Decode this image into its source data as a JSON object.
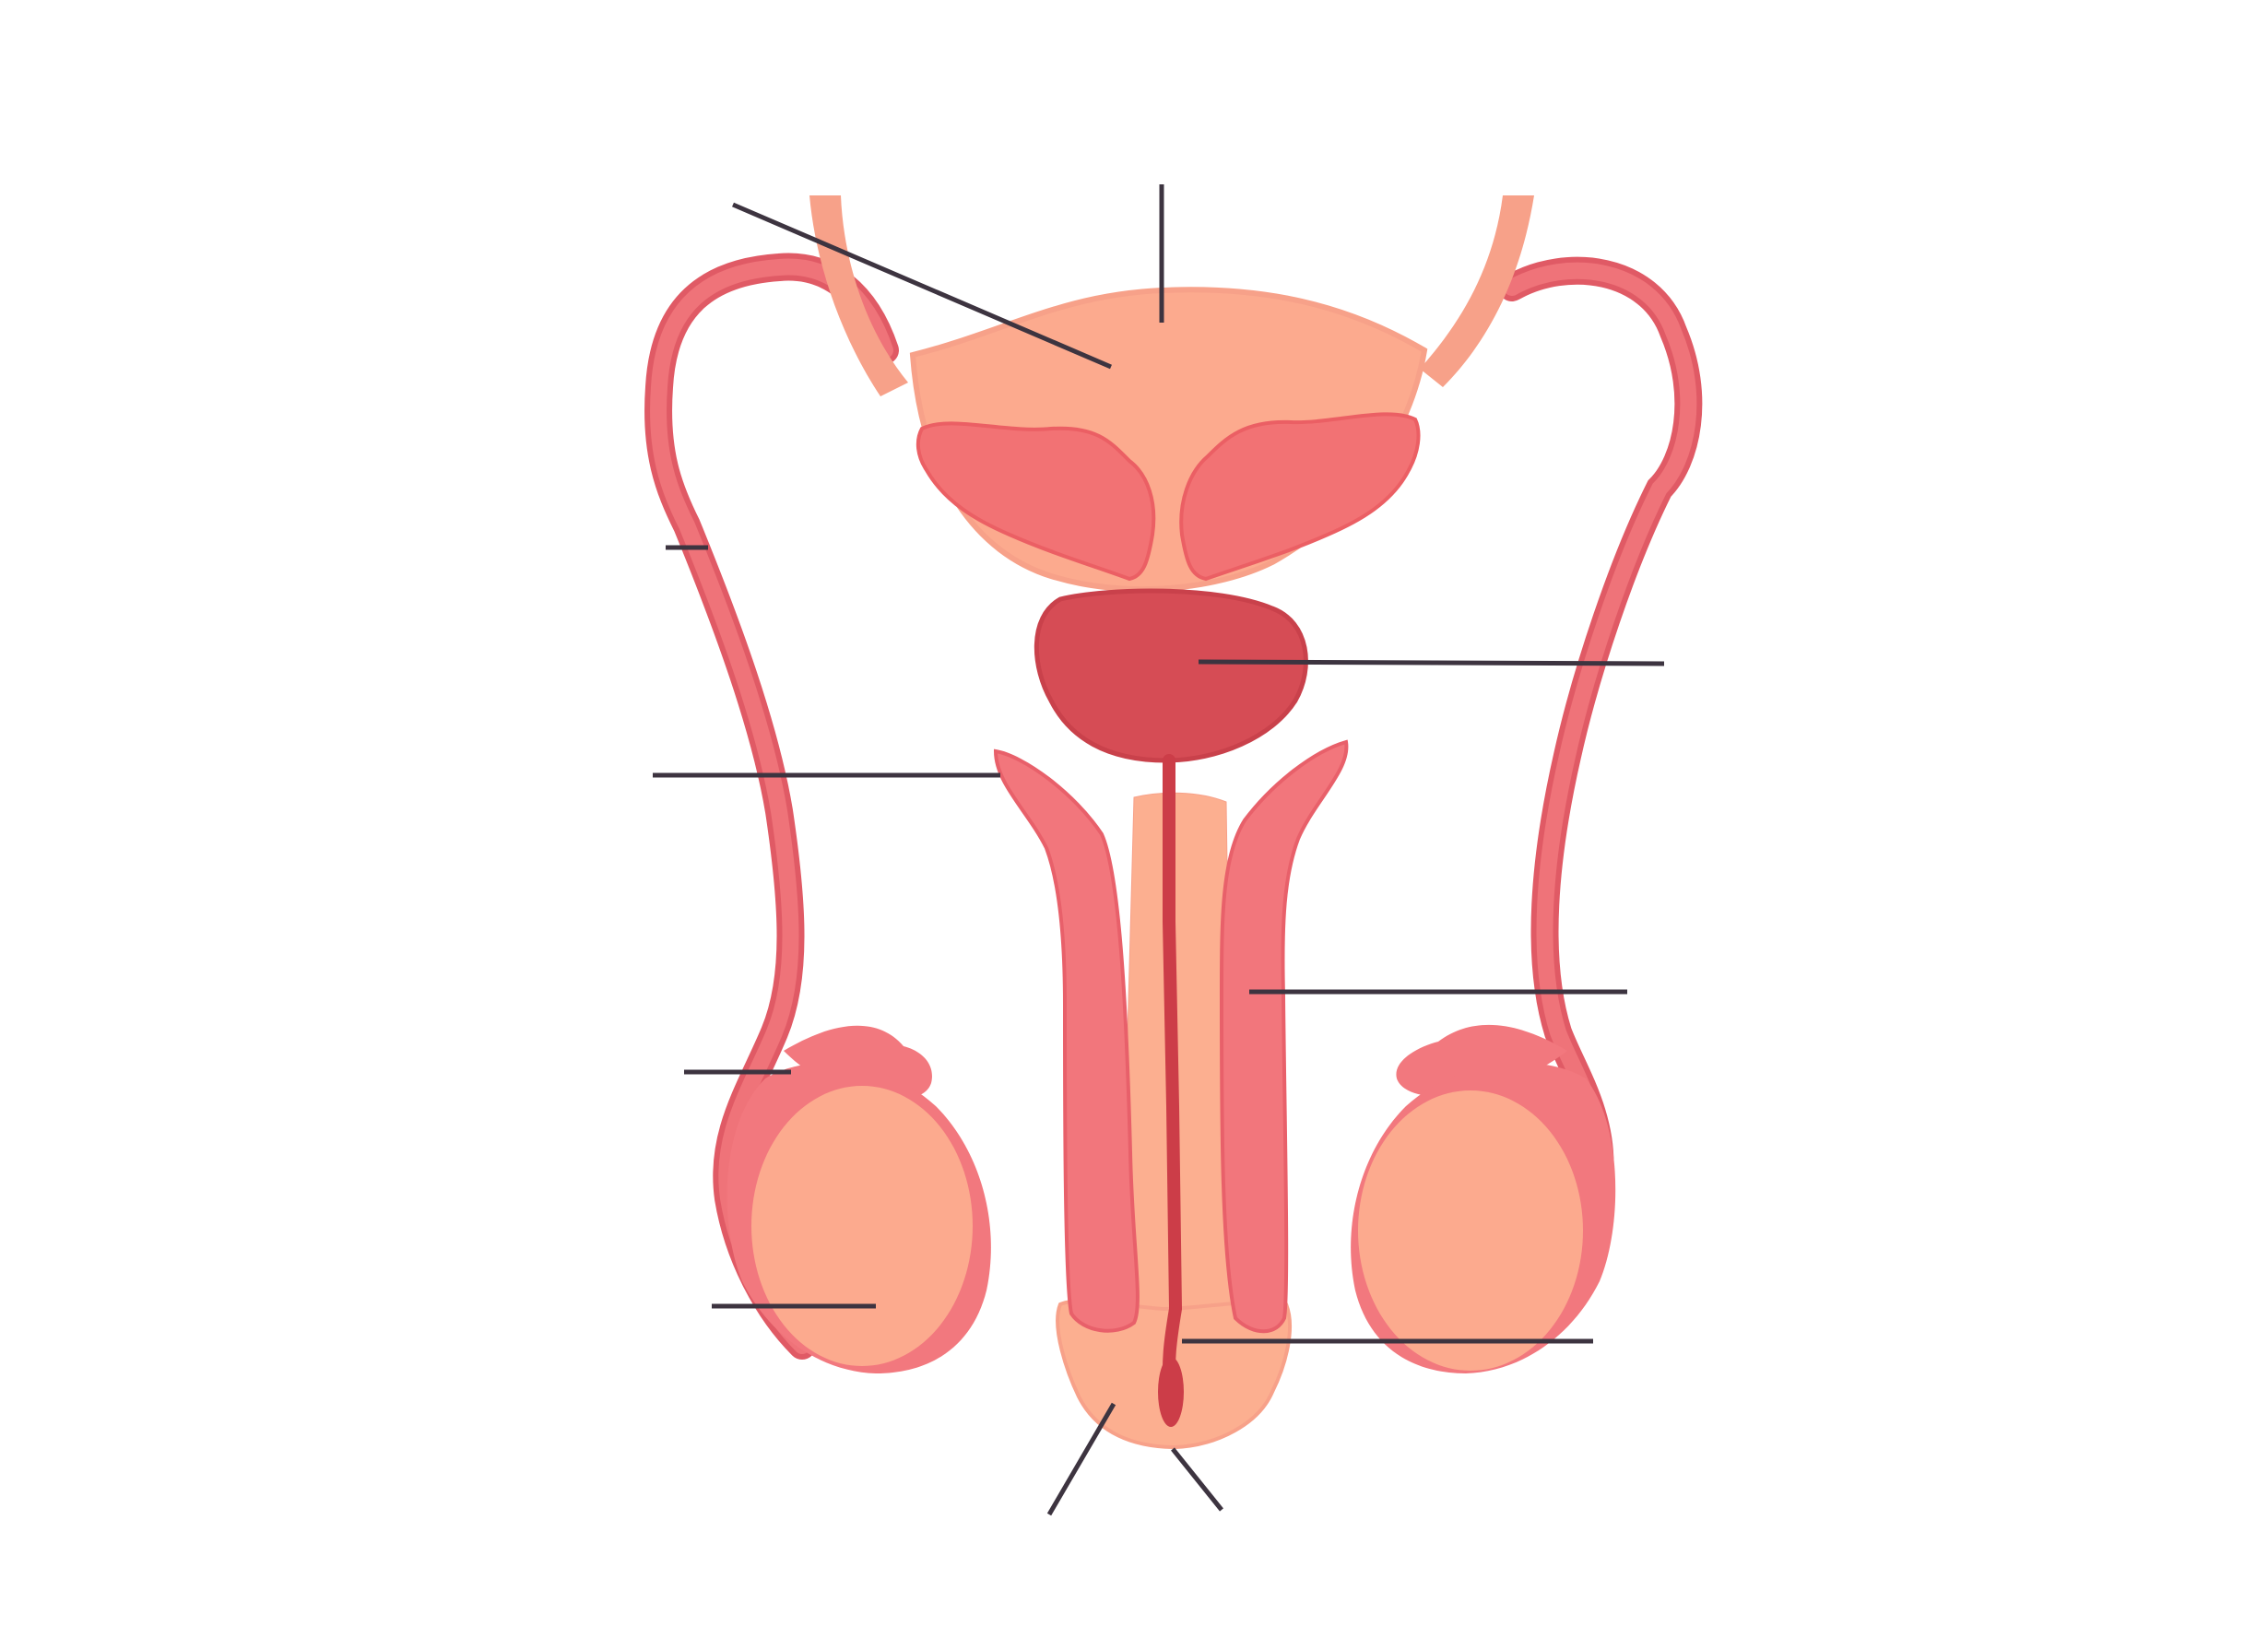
{
  "diagram": {
    "type": "anatomical-diagram",
    "subject": "male-reproductive-system",
    "labels_printed": false,
    "colors": {
      "background": "#ffffff",
      "bladder": "#fcaa8e",
      "bladder_edge": "#f7a189",
      "gland": "#f27274",
      "gland_edge": "#eb5f64",
      "prostate": "#d64c55",
      "prostate_edge": "#c9414b",
      "vas_deferens": "#ef7379",
      "vas_deferens_edge": "#e05a65",
      "erectile_tissue": "#f2767c",
      "erectile_tissue_edge": "#e8606a",
      "shaft": "#fcaf90",
      "urethra": "#cc3d48",
      "testis": "#fcaa8e",
      "scrotal_wall": "#f2787e",
      "leader_line": "#3d3440"
    },
    "structures": [
      "ureter",
      "urinary-bladder",
      "seminal-vesicle",
      "prostate-gland",
      "vas-deferens",
      "epididymis",
      "testis",
      "corpus-cavernosum",
      "corpus-spongiosum",
      "urethra",
      "glans-penis",
      "scrotum"
    ],
    "pointer_count": 10
  }
}
